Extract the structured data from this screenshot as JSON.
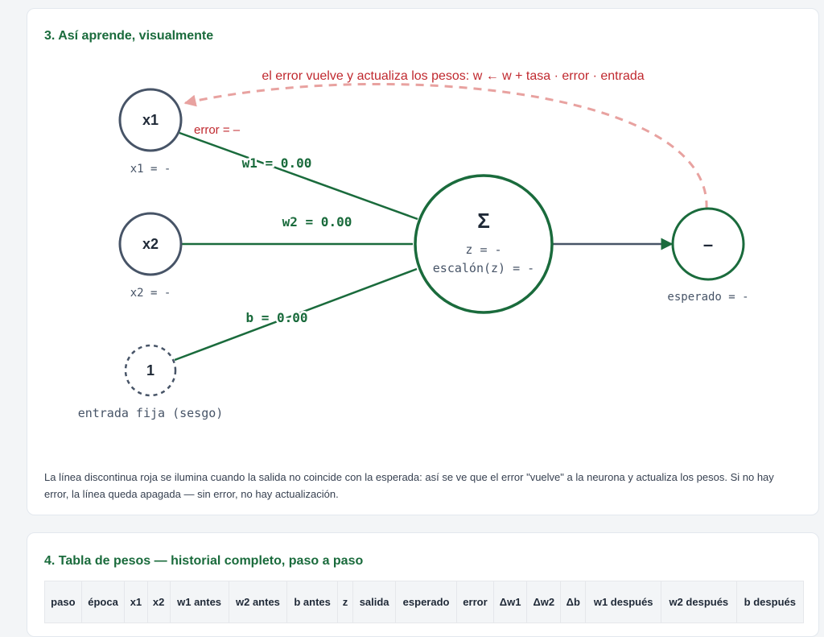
{
  "section3": {
    "title": "3. Así aprende, visualmente",
    "diagram": {
      "feedback_label": "el error vuelve y actualiza los pesos: w ← w + tasa · error · entrada",
      "error_label": "error = –",
      "inputs": [
        {
          "node": "x1",
          "value_label": "x1 = -"
        },
        {
          "node": "x2",
          "value_label": "x2 = -"
        },
        {
          "node": "1",
          "value_label": "entrada fija (sesgo)"
        }
      ],
      "weights": {
        "w1": "w1 = 0.00",
        "w2": "w2 = 0.00",
        "b": "b = 0.00"
      },
      "sum_node": {
        "symbol": "Σ",
        "z_label": "z = -",
        "step_label": "escalón(z) = -"
      },
      "output_node": {
        "symbol": "–",
        "expected_label": "esperado = -"
      }
    },
    "caption": "La línea discontinua roja se ilumina cuando la salida no coincide con la esperada: así se ve que el error \"vuelve\" a la neurona y actualiza los pesos. Si no hay error, la línea queda apagada — sin error, no hay actualización."
  },
  "section4": {
    "title": "4. Tabla de pesos — historial completo, paso a paso",
    "columns": [
      "paso",
      "época",
      "x1",
      "x2",
      "w1 antes",
      "w2 antes",
      "b antes",
      "z",
      "salida",
      "esperado",
      "error",
      "Δw1",
      "Δw2",
      "Δb",
      "w1 después",
      "w2 después",
      "b después"
    ]
  },
  "colors": {
    "green": "#1a6b3c",
    "slate": "#475467",
    "red": "#c0292f",
    "red_faded": "#e8a2a0"
  }
}
